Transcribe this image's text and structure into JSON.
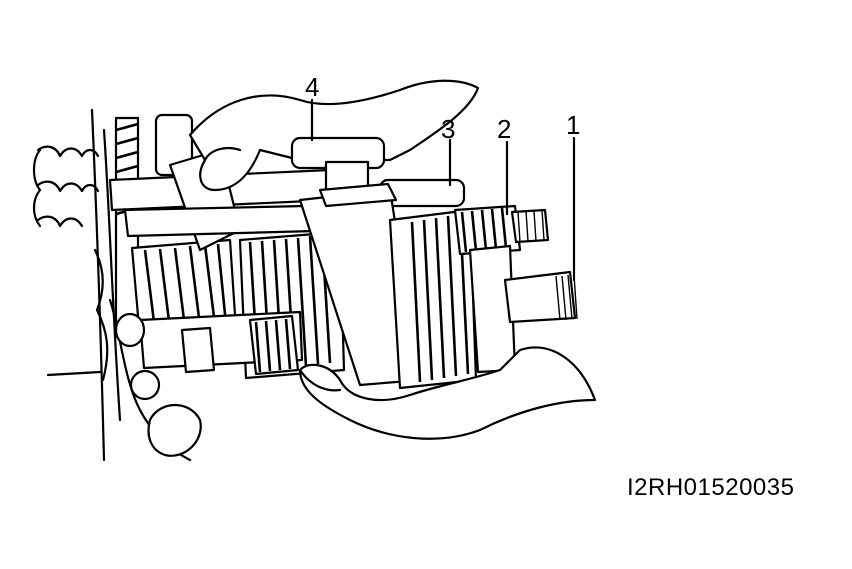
{
  "diagram": {
    "callouts": [
      {
        "id": "c1",
        "label": "1"
      },
      {
        "id": "c2",
        "label": "2"
      },
      {
        "id": "c3",
        "label": "3"
      },
      {
        "id": "c4",
        "label": "4"
      }
    ],
    "figure_id": "I2RH01520035"
  }
}
